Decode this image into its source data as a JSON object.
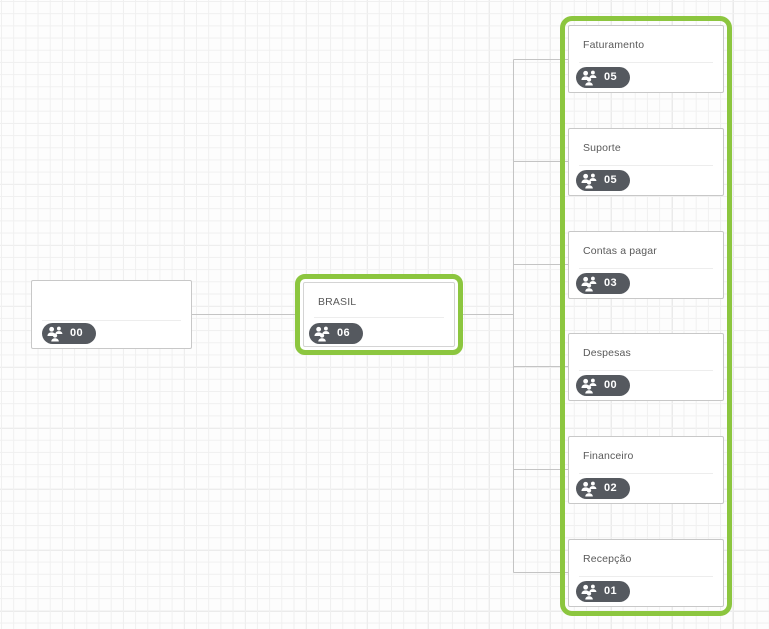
{
  "canvas": {
    "label": "organization-chart-canvas",
    "grid": true,
    "background_color": "#fdfdfd",
    "grid_color": "#e8e8e8"
  },
  "theme": {
    "highlight_color": "#8cc63f",
    "badge_color": "#55595f",
    "badge_text_color": "#ffffff",
    "card_border_color": "#c8c8c8",
    "connector_color": "#c4c4c4",
    "title_color": "#5a5a5a"
  },
  "icons": {
    "people_icon": "people-group-icon"
  },
  "nodes": {
    "root": {
      "title": "",
      "count": "00",
      "highlighted": false
    },
    "level1": {
      "title": "BRASIL",
      "count": "06",
      "highlighted": true
    },
    "level2": [
      {
        "title": "Faturamento",
        "count": "05"
      },
      {
        "title": "Suporte",
        "count": "05"
      },
      {
        "title": "Contas a pagar",
        "count": "03"
      },
      {
        "title": "Despesas",
        "count": "00"
      },
      {
        "title": "Financeiro",
        "count": "02"
      },
      {
        "title": "Recepção",
        "count": "01"
      }
    ]
  }
}
